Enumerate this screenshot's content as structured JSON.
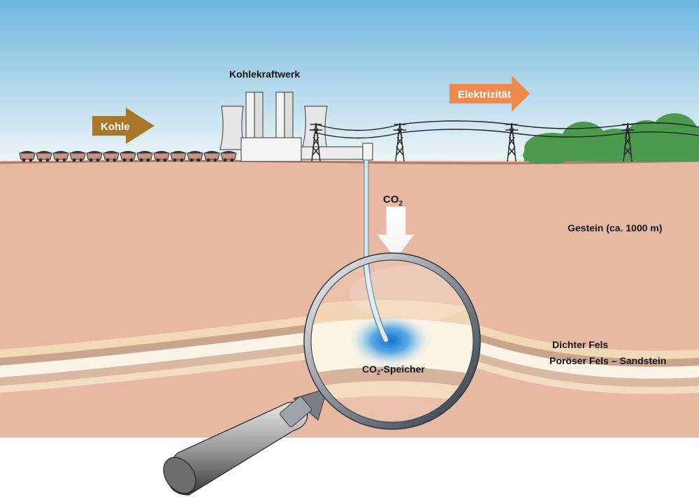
{
  "labels": {
    "power_plant": "Kohlekraftwerk",
    "coal": "Kohle",
    "electricity": "Elektrizität",
    "co2_main": "CO",
    "co2_sub": "2",
    "rock": "Gestein (ca. 1000 m)",
    "dense_rock": "Dichter Fels",
    "porous_rock": "Poröser Fels – Sandstein",
    "storage_main": "CO",
    "storage_sub": "2",
    "storage_rest": "-Speicher"
  },
  "colors": {
    "sky_top": "#6db6de",
    "sky_bottom": "#e9f3f6",
    "earth": "#e7b9a3",
    "earth_dark": "#cf9d87",
    "sand_layer": "#f3d8b6",
    "white_layer": "#fbf4e6",
    "gray_layer": "#c9b29f",
    "coal_arrow": "#a9772c",
    "electricity_arrow": "#ef8a4c",
    "co2_arrow": "#ffffff",
    "co2_storage_blue": "#1e88d6",
    "trees": "#4c9a4e"
  }
}
